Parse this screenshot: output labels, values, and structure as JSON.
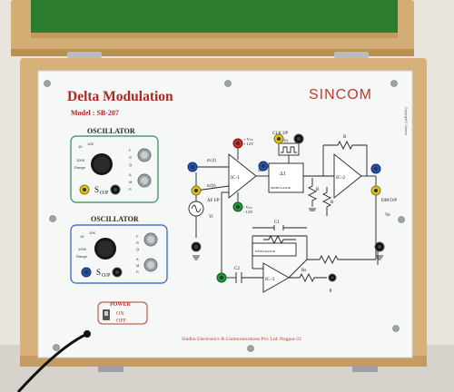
{
  "title": "Delta Modulation",
  "model": "Model : SB-207",
  "brand": "SINCOM",
  "brand_side": "Copyright © Sincom",
  "company": "Sindhu Electronics & Communications Pvt. Ltd. Nagpur-22",
  "oscillator1": {
    "title": "OSCILLATOR",
    "freq_labels": [
      "1K",
      "10K",
      "100K"
    ],
    "range_label": "Range",
    "right_labels": [
      "F",
      "R",
      "Q.",
      "A",
      "M",
      "P."
    ],
    "output_label": "O/P",
    "output_symbol": "S"
  },
  "oscillator2": {
    "title": "OSCILLATOR",
    "freq_labels": [
      "1K",
      "10K",
      "100K"
    ],
    "range_label": "Range",
    "right_labels": [
      "F",
      "R",
      "Q.",
      "A",
      "M",
      "P."
    ],
    "output_label": "O/P",
    "output_symbol": "S"
  },
  "power": {
    "title": "POWER",
    "on": "ON",
    "off": "OFF"
  },
  "circuit": {
    "m_t": "m (t)",
    "m_hat": "m'(t)",
    "ic1": "IC-1",
    "ic2": "IC-2",
    "ic3": "IC-3",
    "vcc_plus": "+ Vcc",
    "v12_plus": "+ 12V",
    "vcc_minus": "- Vcc",
    "v12_minus": "- 12V",
    "delta1": "Δ1",
    "delta_box": "Δ1",
    "modulator": "MODULATOR",
    "fs": "F(t)",
    "clk_up": "CLK I/P",
    "r1": "R",
    "r2": "R",
    "r3": "R",
    "rs": "Rs",
    "c1": "C1",
    "c2": "C2",
    "integrator": "INTEGRATOR",
    "af_ip": "AF I/P",
    "vi": "Vi",
    "dm_op": "DM O/P",
    "vo": "Vo"
  }
}
